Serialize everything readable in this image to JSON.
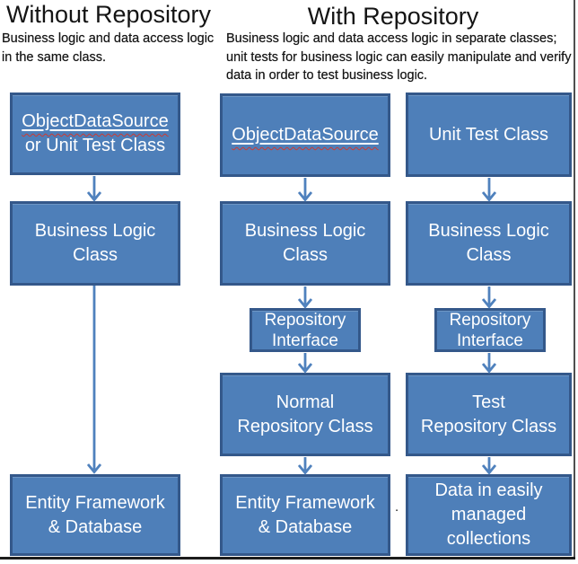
{
  "headers": {
    "left": {
      "title": "Without Repository",
      "description": "Business logic and data access logic in the same class."
    },
    "right": {
      "title": "With Repository",
      "description": "Business logic and data access logic in separate classes; unit tests for business logic can easily manipulate and verify data in order to test business logic."
    }
  },
  "boxes": {
    "left1": {
      "line1": "ObjectDataSource",
      "line2": "or Unit Test Class"
    },
    "left2": {
      "line1": "Business Logic",
      "line2": "Class"
    },
    "left3": {
      "line1": "Entity Framework",
      "line2": "& Database"
    },
    "mid1": {
      "line1": "ObjectDataSource"
    },
    "mid2": {
      "line1": "Business Logic",
      "line2": "Class"
    },
    "mid3": {
      "line1": "Repository",
      "line2": "Interface"
    },
    "mid4": {
      "line1": "Normal",
      "line2": "Repository Class"
    },
    "mid5": {
      "line1": "Entity Framework",
      "line2": "& Database"
    },
    "right1": {
      "line1": "Unit Test Class"
    },
    "right2": {
      "line1": "Business Logic",
      "line2": "Class"
    },
    "right3": {
      "line1": "Repository",
      "line2": "Interface"
    },
    "right4": {
      "line1": "Test",
      "line2": "Repository Class"
    },
    "right5": {
      "line1": "Data in easily",
      "line2": "managed",
      "line3": "collections"
    }
  },
  "stray_dot": ".",
  "colors": {
    "box_fill": "#4E7FB9",
    "box_border": "#34588A",
    "arrow": "#4F81BD",
    "spellcheck_squiggle": "#CC3B33",
    "frame_shadow": "#1C1C1C",
    "text_on_box": "#FFFFFF",
    "heading_text": "#141414"
  }
}
